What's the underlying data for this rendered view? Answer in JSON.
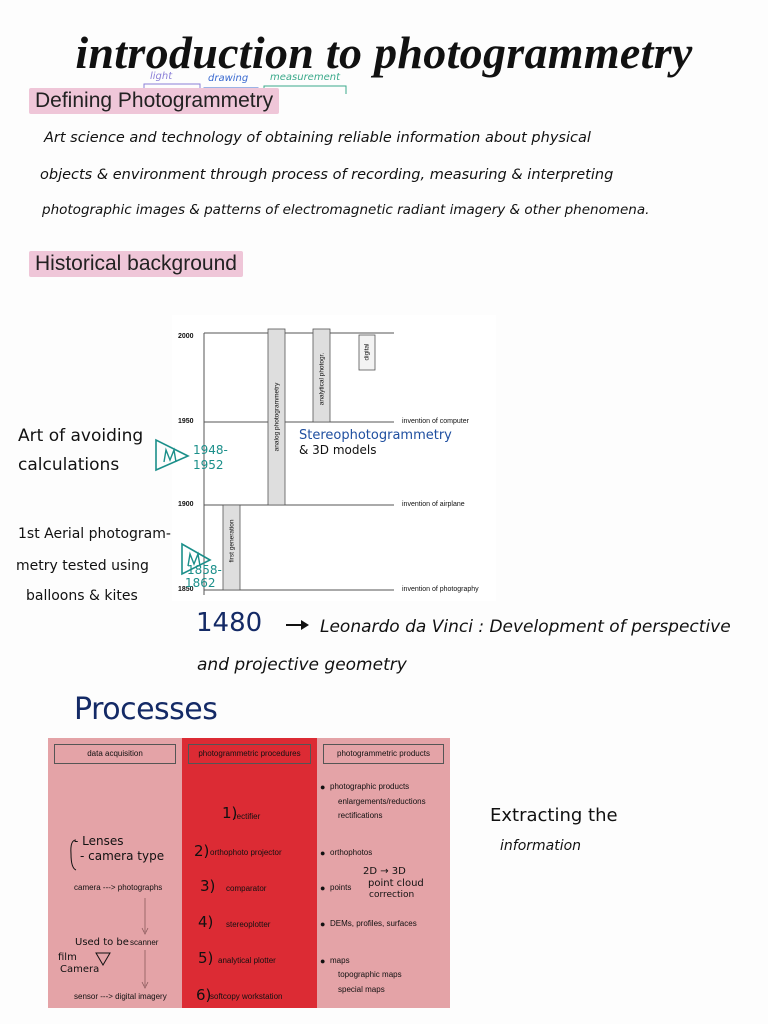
{
  "title": "introduction to photogrammetry",
  "title_annotations": {
    "light": "light",
    "drawing": "drawing",
    "measurement": "measurement"
  },
  "sections": {
    "defining": "Defining Photogrammetry",
    "historical": "Historical background"
  },
  "definition_lines": [
    "Art science and technology of obtaining reliable information about physical",
    "objects & environment through process of recording, measuring & interpreting",
    "photographic images & patterns of electromagnetic radiant imagery & other phenomena."
  ],
  "timeline": {
    "y_ticks": [
      "2000",
      "1950",
      "1900",
      "1850"
    ],
    "events": [
      "invention of computer",
      "invention of airplane",
      "invention of photography"
    ],
    "bars": [
      "first generation",
      "analog photogrammetry",
      "analytical photogr.",
      "digital"
    ]
  },
  "side_notes": {
    "avoiding_l1": "Art of avoiding",
    "avoiding_l2": "calculations",
    "years_a": "1948-",
    "years_b": "1952",
    "stereo_l1": "Stereophotogrammetry",
    "stereo_l2": "& 3D models",
    "aerial_l1": "1st Aerial photogram-",
    "aerial_l2": "metry tested using",
    "aerial_l3": "balloons & kites",
    "years_c": "1858-",
    "years_d": "1862",
    "leonardo_year": "1480",
    "leonardo_text": "Leonardo da Vinci : Development of perspective",
    "leonardo_text2": "and projective geometry"
  },
  "processes": {
    "title": "Processes",
    "headers": [
      "data acquisition",
      "photogrammetric procedures",
      "photogrammetric products"
    ],
    "acquisition": [
      "camera ---> photographs",
      "scanner",
      "sensor ---> digital imagery"
    ],
    "procedures": [
      "rectifier",
      "orthophoto projector",
      "comparator",
      "stereoplotter",
      "analytical plotter",
      "softcopy workstation"
    ],
    "procedure_numbers": [
      "1)",
      "2)",
      "3)",
      "4)",
      "5)",
      "6)"
    ],
    "products": [
      "photographic products",
      "enlargements/reductions",
      "rectifications",
      "orthophotos",
      "points",
      "DEMs, profiles, surfaces",
      "maps",
      "topographic maps",
      "special maps"
    ],
    "notes": {
      "lenses": "- Lenses",
      "camera_type": "- camera type",
      "used_to_be": "Used to be",
      "film_camera_l1": "film",
      "film_camera_l2": "Camera",
      "point_cloud_l1": "2D → 3D",
      "point_cloud_l2": "point cloud",
      "point_cloud_l3": "correction",
      "extracting_l1": "Extracting the",
      "extracting_l2": "information"
    }
  },
  "colors": {
    "highlight": "#efc6d8",
    "teal": "#1b8f8a",
    "blue_ink": "#1f4fa0",
    "navy_ink": "#142a66",
    "proc_light": "#e4a3a7",
    "proc_dark": "#dc2b34"
  }
}
